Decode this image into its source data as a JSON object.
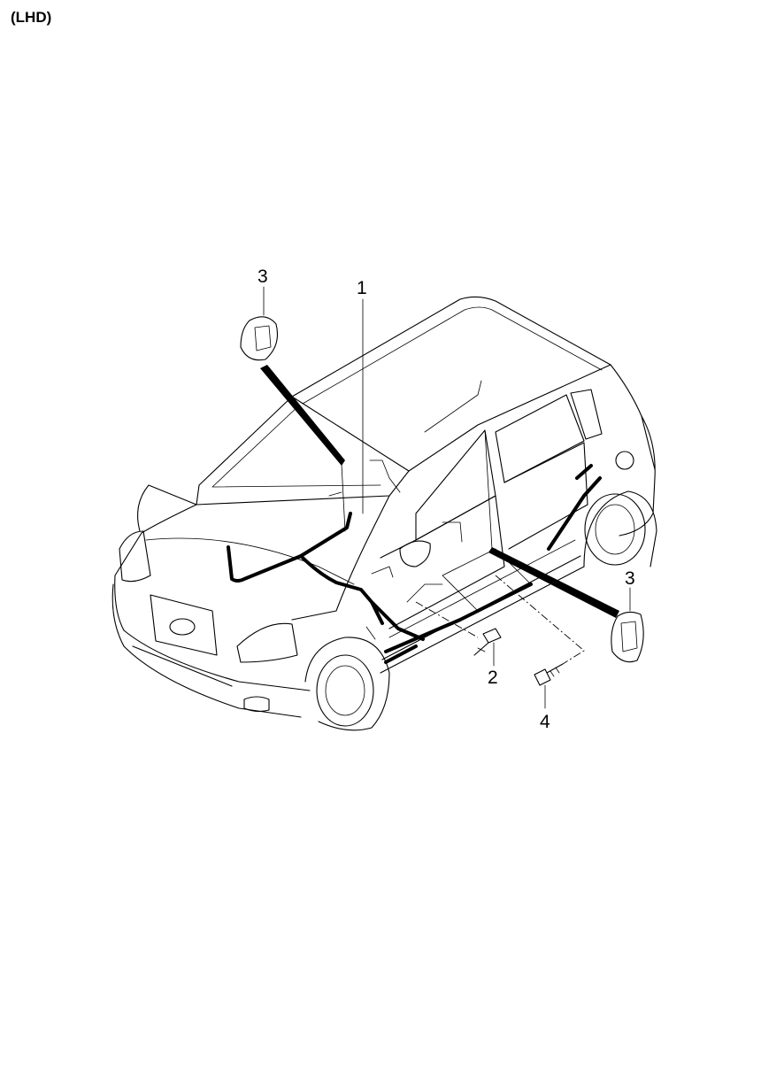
{
  "variant_label": "(LHD)",
  "callouts": {
    "harness": "1",
    "bolt": "2",
    "grommet_top": "3",
    "grommet_right": "3",
    "screw": "4"
  }
}
